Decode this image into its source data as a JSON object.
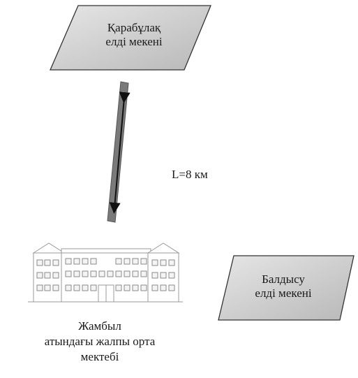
{
  "village_top": {
    "line1": "Қарабұлақ",
    "line2": "елді мекені"
  },
  "village_bottom": {
    "line1": "Балдысу",
    "line2": "елді мекені"
  },
  "distance_label": "L=8 км",
  "school": {
    "line1": "Жамбыл",
    "line2": "атындағы жалпы орта",
    "line3": "мектебі"
  },
  "icons": {
    "route": "double-arrow-icon",
    "school": "school-building-icon"
  },
  "colors": {
    "parallelogram_fill": "#cfcfcf",
    "road_fill": "#7a7a7a",
    "arrow": "#111111",
    "building_line": "#9a9a9a"
  }
}
